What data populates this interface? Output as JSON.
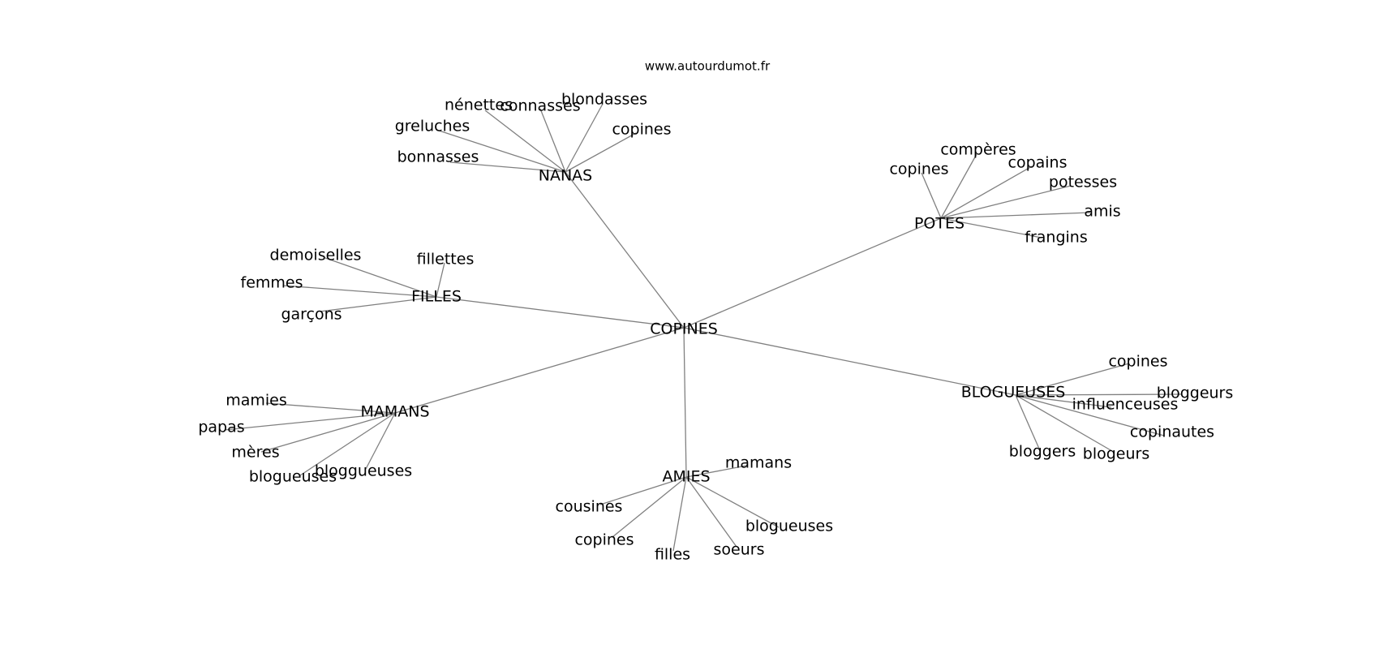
{
  "source": "www.autourdumot.fr",
  "center": "COPINES",
  "groups": [
    {
      "id": "nanas",
      "label": "NANAS",
      "words": [
        "bonnasses",
        "greluches",
        "nénettes",
        "connasses",
        "blondasses",
        "copines"
      ]
    },
    {
      "id": "potes",
      "label": "POTES",
      "words": [
        "copines",
        "compères",
        "copains",
        "potesses",
        "amis",
        "frangins"
      ]
    },
    {
      "id": "filles",
      "label": "FILLES",
      "words": [
        "demoiselles",
        "fillettes",
        "femmes",
        "garçons"
      ]
    },
    {
      "id": "blogueuses",
      "label": "BLOGUEUSES",
      "words": [
        "copines",
        "bloggeurs",
        "influenceuses",
        "copinautes",
        "blogeurs",
        "bloggers"
      ]
    },
    {
      "id": "mamans",
      "label": "MAMANS",
      "words": [
        "mamies",
        "papas",
        "mères",
        "blogueuses",
        "bloggueuses"
      ]
    },
    {
      "id": "amies",
      "label": "AMIES",
      "words": [
        "mamans",
        "cousines",
        "copines",
        "filles",
        "soeurs",
        "blogueuses"
      ]
    }
  ]
}
